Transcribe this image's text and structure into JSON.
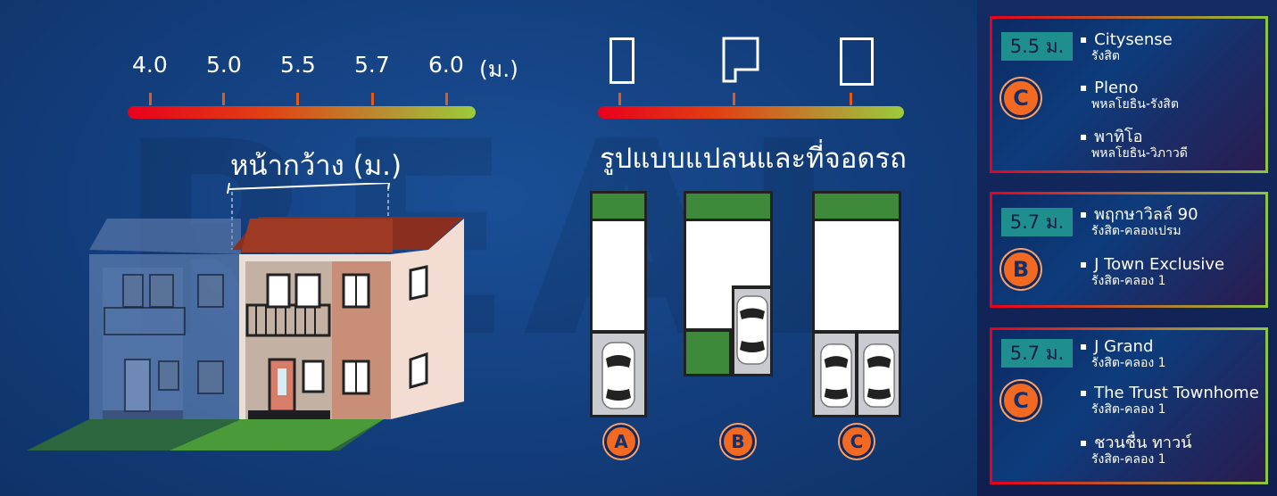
{
  "frontage": {
    "ticks": [
      "4.0",
      "5.0",
      "5.5",
      "5.7",
      "6.0"
    ],
    "unit": "(ม.)",
    "label": "หน้ากว้าง (ม.)"
  },
  "plans": {
    "title": "รูปแบบแปลนและที่จอดรถ",
    "types": [
      "A",
      "B",
      "C"
    ]
  },
  "colors": {
    "bar_start": "#e8001c",
    "bar_end": "#9ccb3b",
    "badge": "#f26a22",
    "chip": "#1f8e8e",
    "grass": "#3f8a3a"
  },
  "groups": [
    {
      "width": "5.5 ม.",
      "type": "C",
      "projects": [
        {
          "name": "Citysense",
          "location": "รังสิต"
        },
        {
          "name": "Pleno",
          "location": "พหลโยธิน-รังสิต"
        },
        {
          "name": "พาทิโอ",
          "location": "พหลโยธิน-วิภาวดี"
        }
      ]
    },
    {
      "width": "5.7 ม.",
      "type": "B",
      "projects": [
        {
          "name": "พฤกษาวิลล์ 90",
          "location": "รังสิต-คลองเปรม"
        },
        {
          "name": "J Town Exclusive",
          "location": "รังสิต-คลอง 1"
        }
      ]
    },
    {
      "width": "5.7 ม.",
      "type": "C",
      "projects": [
        {
          "name": "J Grand",
          "location": "รังสิต-คลอง 1"
        },
        {
          "name": "The Trust Townhome",
          "location": "รังสิต-คลอง 1"
        },
        {
          "name": "ชวนชื่น ทาวน์",
          "location": "รังสิต-คลอง 1"
        }
      ]
    }
  ]
}
